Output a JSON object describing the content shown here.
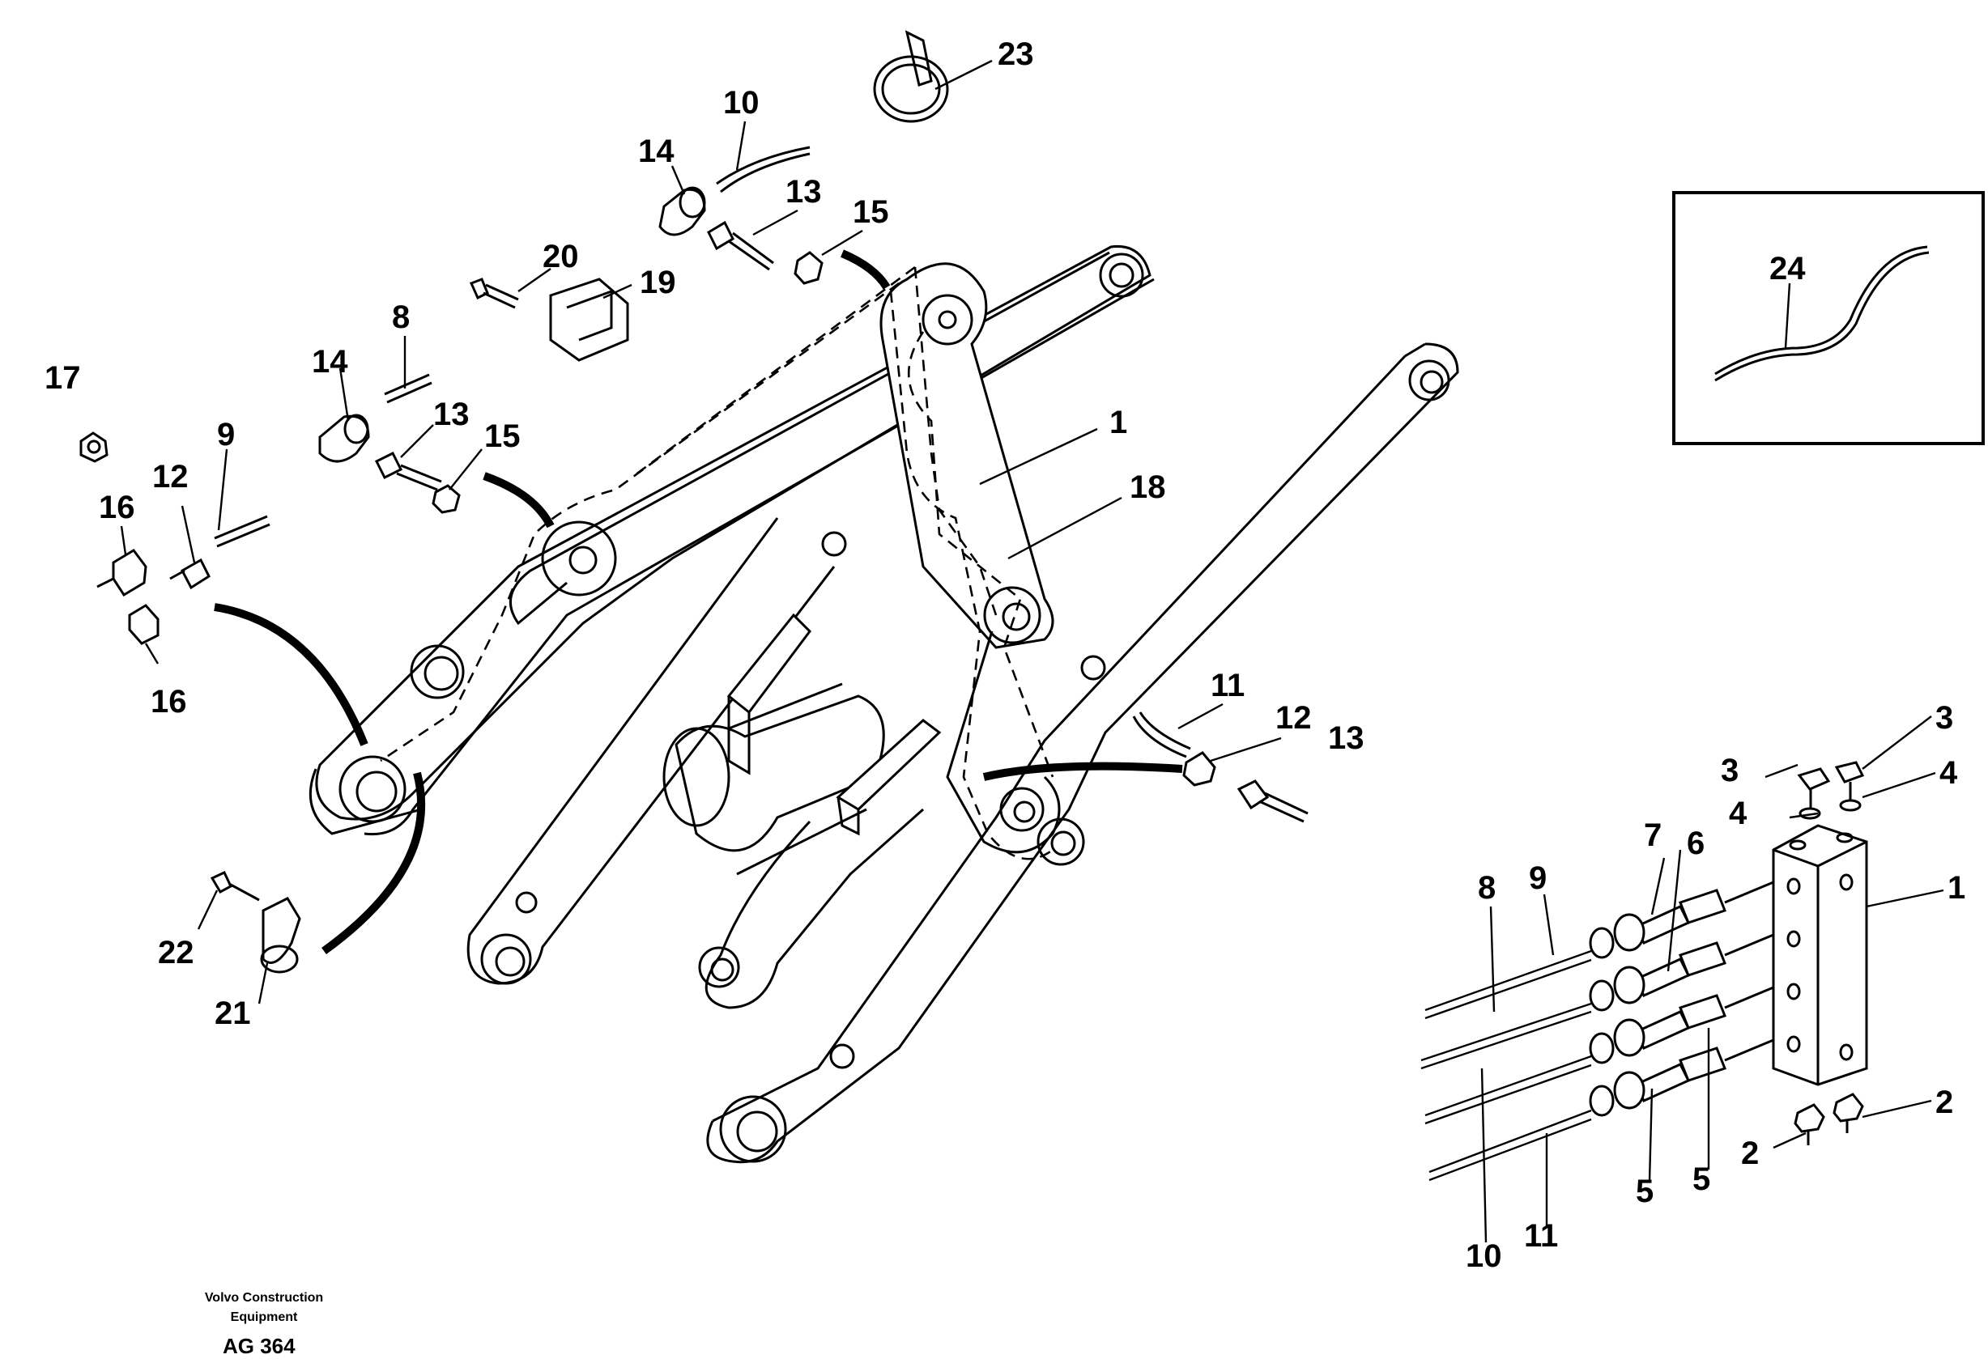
{
  "callouts": {
    "c1a": "1",
    "c1b": "1",
    "c2a": "2",
    "c2b": "2",
    "c3a": "3",
    "c3b": "3",
    "c4a": "4",
    "c4b": "4",
    "c5a": "5",
    "c5b": "5",
    "c6": "6",
    "c7": "7",
    "c8a": "8",
    "c8b": "8",
    "c9a": "9",
    "c9b": "9",
    "c10a": "10",
    "c10b": "10",
    "c11a": "11",
    "c11b": "11",
    "c12a": "12",
    "c12b": "12",
    "c13a": "13",
    "c13b": "13",
    "c13c": "13",
    "c14a": "14",
    "c14b": "14",
    "c15a": "15",
    "c15b": "15",
    "c16a": "16",
    "c16b": "16",
    "c17": "17",
    "c18": "18",
    "c19": "19",
    "c20": "20",
    "c21": "21",
    "c22": "22",
    "c23": "23",
    "c24": "24"
  },
  "footer": {
    "company_line1": "Volvo Construction",
    "company_line2": "Equipment",
    "drawing_code": "AG 364"
  }
}
